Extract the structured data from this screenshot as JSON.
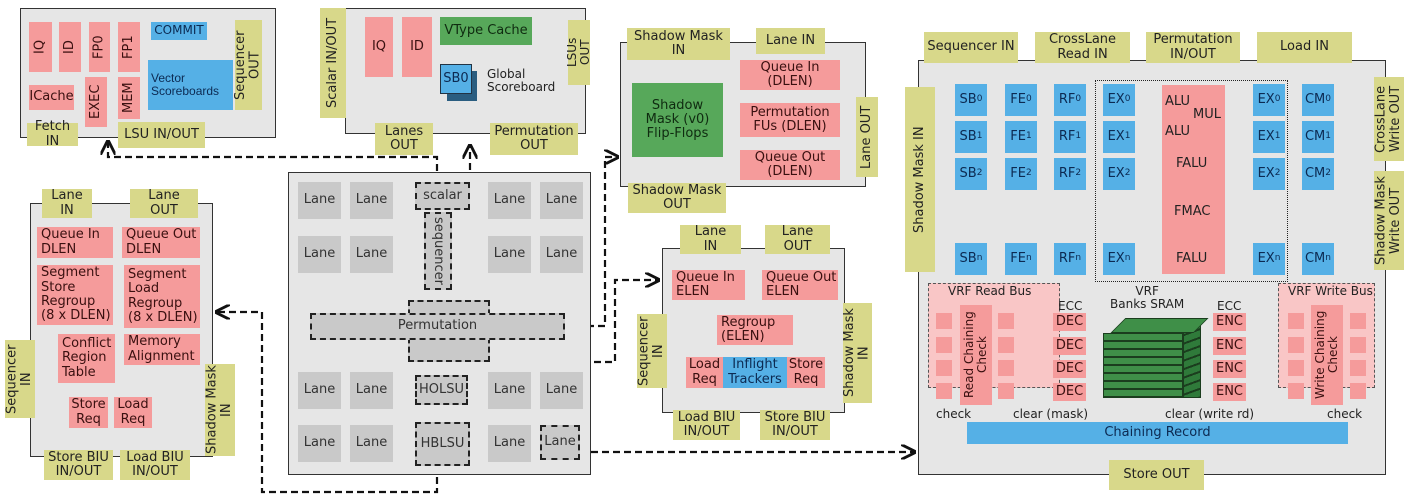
{
  "colors": {
    "functional_unit": "#f59b9b",
    "scoreboard": "#55b0e6",
    "port": "#d8d88a",
    "storage": "#57a85a",
    "frame": "#e6e6e6",
    "lane": "#c9c9c9"
  },
  "sequencer": {
    "iq": "IQ",
    "id": "ID",
    "fp0": "FP0",
    "fp1": "FP1",
    "commit": "COMMIT",
    "vector_scoreboards": "Vector\nScoreboards",
    "exec": "EXEC",
    "mem": "MEM",
    "icache": "ICache",
    "out": "Sequencer\nOUT",
    "fetch_in": "Fetch IN",
    "lsu_io": "LSU IN/OUT"
  },
  "scalar": {
    "io": "Scalar  IN/OUT",
    "iq": "IQ",
    "id": "ID",
    "vtype_cache": "VType Cache",
    "sb0": "SB0",
    "global_scoreboard": "Global\nScoreboard",
    "lsus_out": "LSUs\nOUT",
    "lanes_out": "Lanes\nOUT",
    "permutation_out": "Permutation\nOUT"
  },
  "grid": {
    "lane": "Lane",
    "scalar": "scalar",
    "sequencer": "sequencer",
    "permutation": "Permutation",
    "holsu": "HOLSU",
    "hblsu": "HBLSU"
  },
  "permutation_unit": {
    "shadow_mask_in": "Shadow Mask\nIN",
    "lane_in": "Lane IN",
    "flipflops": "Shadow\nMask (v0)\nFlip-Flops",
    "queue_in": "Queue In\n(DLEN)",
    "fus": "Permutation\nFUs (DLEN)",
    "queue_out": "Queue Out\n(DLEN)",
    "lane_out": "Lane OUT",
    "shadow_mask_out": "Shadow Mask\nOUT"
  },
  "hblsu": {
    "lane_in": "Lane\nIN",
    "lane_out": "Lane\nOUT",
    "queue_in": "Queue In\nDLEN",
    "queue_out": "Queue Out\nDLEN",
    "seg_store": "Segment\nStore\nRegroup\n(8 x DLEN)",
    "seg_load": "Segment\nLoad\nRegroup\n(8 x DLEN)",
    "conflict": "Conflict\nRegion\nTable",
    "mem_align": "Memory\nAlignment",
    "store_req": "Store\nReq",
    "load_req": "Load\nReq",
    "sequencer_in": "Sequencer\nIN",
    "shadow_mask_in": "Shadow Mask\nIN",
    "store_biu": "Store BIU\nIN/OUT",
    "load_biu": "Load BIU\nIN/OUT"
  },
  "holsu": {
    "lane_in": "Lane\nIN",
    "lane_out": "Lane\nOUT",
    "queue_in": "Queue In\nELEN",
    "queue_out": "Queue Out\nELEN",
    "regroup": "Regroup\n(ELEN)",
    "load_req": "Load\nReq",
    "inflight": "Inflight\nTrackers",
    "store_req": "Store\nReq",
    "sequencer_in": "Sequencer\nIN",
    "shadow_mask_in": "Shadow Mask\nIN",
    "load_biu": "Load BIU\nIN/OUT",
    "store_biu": "Store BIU\nIN/OUT"
  },
  "lane": {
    "sequencer_in": "Sequencer IN",
    "crosslane_read_in": "CrossLane\nRead IN",
    "permutation_io": "Permutation\nIN/OUT",
    "load_in": "Load IN",
    "shadow_mask_in": "Shadow Mask  IN",
    "crosslane_write_out": "CrossLane\nWrite OUT",
    "shadow_mask_write_out": "Shadow Mask\nWrite OUT",
    "stages": [
      "SB",
      "FE",
      "RF",
      "EX",
      "EX",
      "CM"
    ],
    "subs": [
      "0",
      "1",
      "2",
      "n"
    ],
    "alu": "ALU",
    "alu2": "ALU",
    "mul": "MUL",
    "falu": "FALU",
    "fmac": "FMAC",
    "falu2": "FALU",
    "vrf_read_bus": "VRF Read Bus",
    "vrf_write_bus": "VRF Write Bus",
    "read_chaining_check": "Read Chaining\nCheck",
    "write_chaining_check": "Write Chaining\nCheck",
    "ecc": "ECC",
    "dec": "DEC",
    "enc": "ENC",
    "vrf_banks": "VRF\nBanks SRAM",
    "clear_mask": "clear (mask)",
    "clear_write_rd": "clear (write rd)",
    "check": "check",
    "chaining_record": "Chaining Record",
    "store_out": "Store OUT"
  }
}
